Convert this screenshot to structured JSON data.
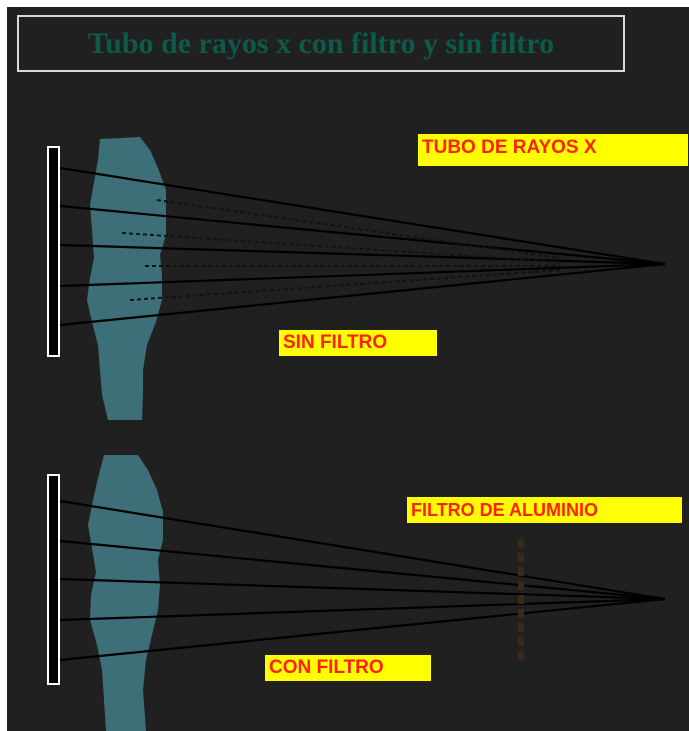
{
  "title": "Tubo de rayos x con filtro y sin filtro",
  "labels": {
    "tube": "TUBO DE  RAYOS X",
    "without_filter": "SIN FILTRO",
    "aluminum_filter": "FILTRO DE ALUMINIO",
    "with_filter": "CON FILTRO"
  },
  "colors": {
    "background": "#202020",
    "title_text": "#0c5a4a",
    "label_fill": "#ffff00",
    "label_text": "#ff2010",
    "body_shape": "#3c6f78",
    "beam": "#000000"
  }
}
